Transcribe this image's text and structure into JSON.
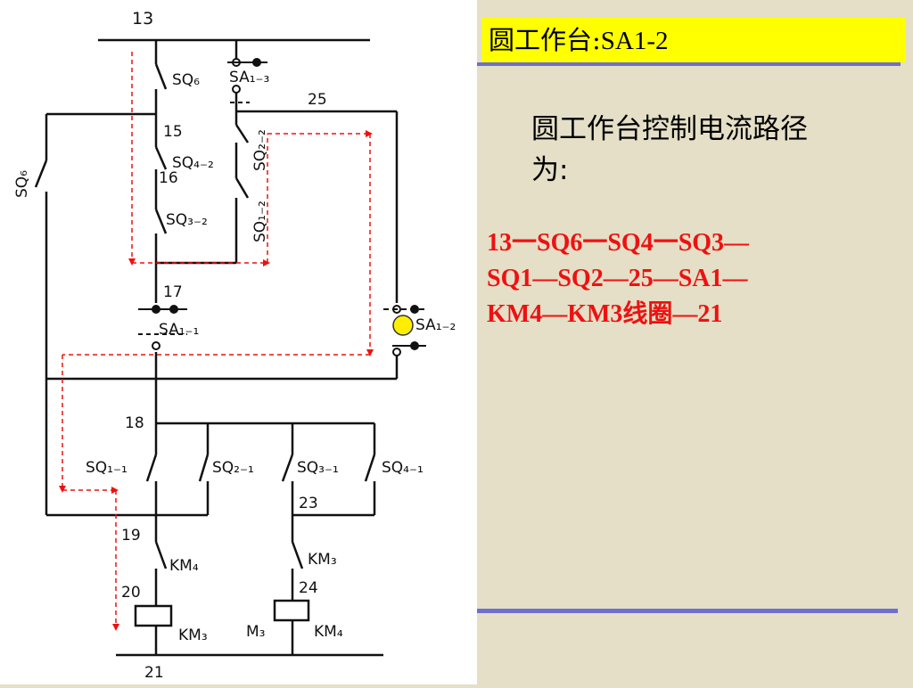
{
  "slide": {
    "title_prefix": "圆工作台:",
    "title_code": "SA1-2",
    "description": "圆工作台控制电流路径为:",
    "path_line1": "13一SQ6一SQ4一SQ3—",
    "path_line2": "SQ1—SQ2—25—SA1—",
    "path_line3": "KM4—KM3线圈—21"
  },
  "diagram": {
    "labels": {
      "n13": "13",
      "n15": "15",
      "n16": "16",
      "n17": "17",
      "n18": "18",
      "n19": "19",
      "n20": "20",
      "n21": "21",
      "n23": "23",
      "n24": "24",
      "n25": "25",
      "sq6_main": "SQ₆",
      "sq6_left": "SQ₆",
      "sa13": "SA₁₋₃",
      "sq42": "SQ₄₋₂",
      "sq32": "SQ₃₋₂",
      "sq22": "SQ₂₋₂",
      "sq12": "SQ₁₋₂",
      "sa11": "SA₁₋₁",
      "sa12": "SA₁₋₂",
      "sq11": "SQ₁₋₁",
      "sq21": "SQ₂₋₁",
      "sq31": "SQ₃₋₁",
      "sq41": "SQ₄₋₁",
      "km4_contact": "KM₄",
      "km3_contact": "KM₃",
      "km3_coil": "KM₃",
      "m3": "M₃",
      "km4_coil": "KM₄"
    },
    "colors": {
      "wire": "#111111",
      "path": "#ee1111",
      "marker": "#ffee00"
    }
  }
}
